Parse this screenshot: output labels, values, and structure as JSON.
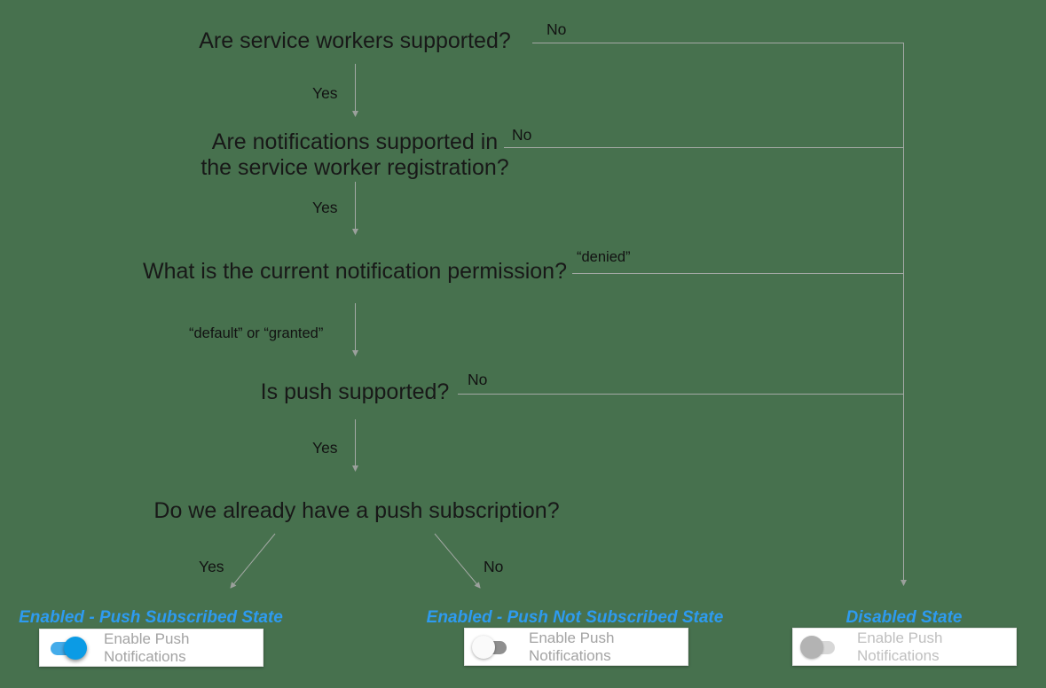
{
  "colors": {
    "background": "#47714E",
    "connector": "#A4A9A5",
    "question_text": "#181818",
    "state_title_blue": "#2E9BF0",
    "toggle_on_track": "#44ACEA",
    "toggle_on_knob": "#0B9BE5",
    "toggle_off_track": "#8F8F8F",
    "toggle_disabled_knob": "#B3B3B3",
    "card_background": "#FFFFFF",
    "card_label_gray": "#A3A3A3"
  },
  "diagram": {
    "q1": {
      "text": "Are service workers supported?",
      "no": "No",
      "yes": "Yes"
    },
    "q2": {
      "lines": [
        "Are notifications supported in",
        "the service worker registration?"
      ],
      "no": "No",
      "yes": "Yes"
    },
    "q3": {
      "text": "What is the current notification permission?",
      "no": "“denied”",
      "yes": "“default” or “granted”"
    },
    "q4": {
      "text": "Is push supported?",
      "no": "No",
      "yes": "Yes"
    },
    "q5": {
      "text": "Do we already have a push subscription?",
      "yes": "Yes",
      "no": "No"
    }
  },
  "states": [
    {
      "title": "Enabled - Push Subscribed State",
      "toggle": "on",
      "label": "Enable Push Notifications"
    },
    {
      "title": "Enabled - Push Not Subscribed State",
      "toggle": "off",
      "label": "Enable Push Notifications"
    },
    {
      "title": "Disabled State",
      "toggle": "disabled",
      "label": "Enable Push Notifications"
    }
  ]
}
